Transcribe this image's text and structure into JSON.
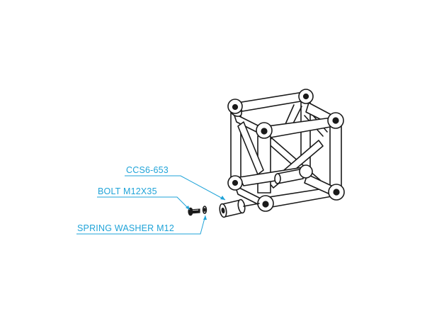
{
  "labels": {
    "coupler": "CCS6-653",
    "bolt": "BOLT M12X35",
    "washer": "SPRING WASHER M12"
  },
  "colors": {
    "callout": "#1fa3d8",
    "linework": "#1a1a1a",
    "background": "#ffffff"
  }
}
